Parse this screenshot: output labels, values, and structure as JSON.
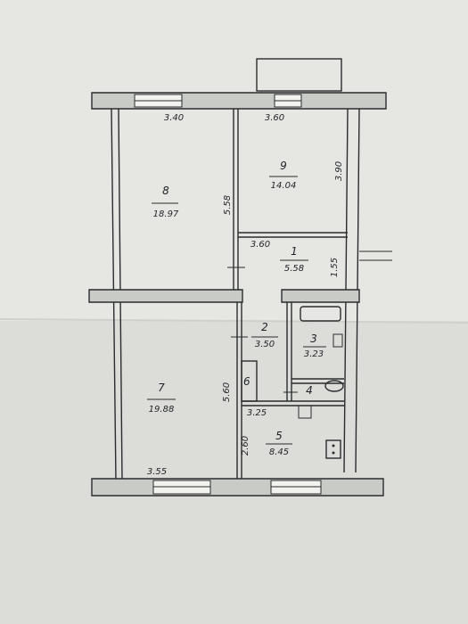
{
  "plan": {
    "rooms": [
      {
        "number": "8",
        "area": "18.97"
      },
      {
        "number": "9",
        "area": "14.04"
      },
      {
        "number": "1",
        "area": "5.58"
      },
      {
        "number": "2",
        "area": "3.50"
      },
      {
        "number": "3",
        "area": "3.23"
      },
      {
        "number": "4",
        "area": ""
      },
      {
        "number": "5",
        "area": "8.45"
      },
      {
        "number": "6",
        "area": ""
      },
      {
        "number": "7",
        "area": "19.88"
      }
    ],
    "dimensions": [
      "3.40",
      "3.60",
      "3.90",
      "5.58",
      "3.60",
      "1.55",
      "5.60",
      "3.25",
      "2.60",
      "3.55"
    ]
  }
}
